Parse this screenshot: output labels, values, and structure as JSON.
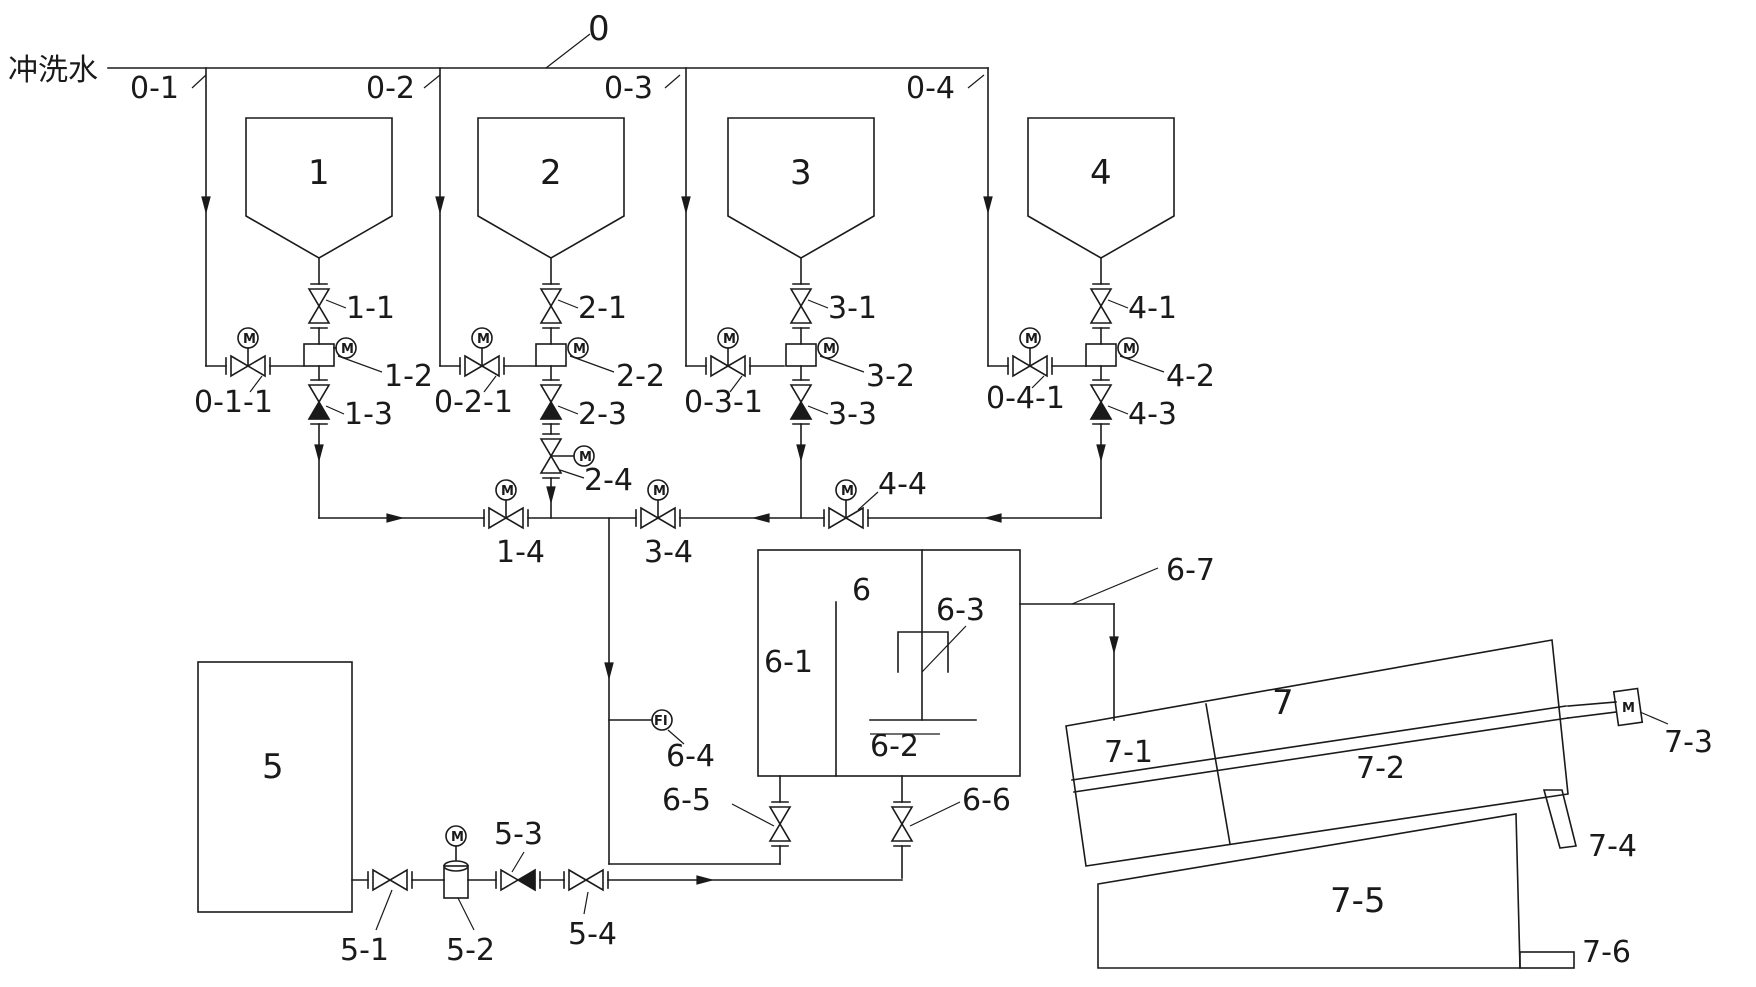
{
  "labels": {
    "water": "冲洗水",
    "main_line": "0",
    "b1": "0-1",
    "b2": "0-2",
    "b3": "0-3",
    "b4": "0-4",
    "t1": "1",
    "t2": "2",
    "t3": "3",
    "t4": "4",
    "v11": "1-1",
    "v21": "2-1",
    "v31": "3-1",
    "v41": "4-1",
    "p12": "1-2",
    "p22": "2-2",
    "p32": "3-2",
    "p42": "4-2",
    "v13": "1-3",
    "v23": "2-3",
    "v33": "3-3",
    "v43": "4-3",
    "v011": "0-1-1",
    "v021": "0-2-1",
    "v031": "0-3-1",
    "v041": "0-4-1",
    "v24": "2-4",
    "v14": "1-4",
    "v34": "3-4",
    "v44": "4-4",
    "u6": "6",
    "u61": "6-1",
    "u62": "6-2",
    "u63": "6-3",
    "u64": "6-4",
    "u65": "6-5",
    "u66": "6-6",
    "u67": "6-7",
    "t5": "5",
    "v51": "5-1",
    "p52": "5-2",
    "v53": "5-3",
    "v54": "5-4",
    "u7": "7",
    "u71": "7-1",
    "u72": "7-2",
    "u73": "7-3",
    "u74": "7-4",
    "u75": "7-5",
    "u76": "7-6",
    "motor": "M",
    "flow": "FI"
  }
}
